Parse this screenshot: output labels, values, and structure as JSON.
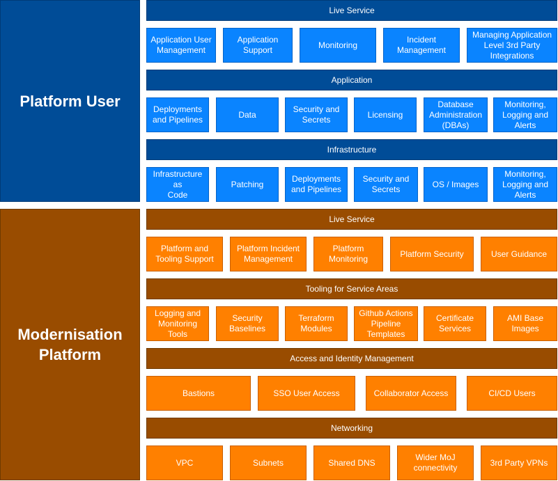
{
  "platform_user": {
    "title": "Platform User",
    "live_service": {
      "header": "Live Service",
      "items": [
        "Application User\nManagement",
        "Application\nSupport",
        "Monitoring",
        "Incident\nManagement",
        "Managing Application\nLevel 3rd Party\nIntegrations"
      ]
    },
    "application": {
      "header": "Application",
      "items": [
        "Deployments\nand Pipelines",
        "Data",
        "Security and\nSecrets",
        "Licensing",
        "Database\nAdministration\n(DBAs)",
        "Monitoring,\nLogging and\nAlerts"
      ]
    },
    "infrastructure": {
      "header": "Infrastructure",
      "items": [
        "Infrastructure as\nCode",
        "Patching",
        "Deployments\nand Pipelines",
        "Security and\nSecrets",
        "OS / Images",
        "Monitoring,\nLogging and\nAlerts"
      ]
    }
  },
  "modernisation_platform": {
    "title": "Modernisation\nPlatform",
    "live_service": {
      "header": "Live Service",
      "items": [
        "Platform and\nTooling Support",
        "Platform Incident\nManagement",
        "Platform\nMonitoring",
        "Platform Security",
        "User Guidance"
      ]
    },
    "tooling": {
      "header": "Tooling for Service Areas",
      "items": [
        "Logging and\nMonitoring Tools",
        "Security\nBaselines",
        "Terraform\nModules",
        "Github Actions\nPipeline\nTemplates",
        "Certificate\nServices",
        "AMI Base\nImages"
      ]
    },
    "access": {
      "header": "Access and Identity Management",
      "items": [
        "Bastions",
        "SSO User Access",
        "Collaborator Access",
        "CI/CD Users"
      ]
    },
    "networking": {
      "header": "Networking",
      "items": [
        "VPC",
        "Subnets",
        "Shared DNS",
        "Wider MoJ\nconnectivity",
        "3rd Party VPNs"
      ]
    }
  },
  "colors": {
    "blue_dark": "#004c97",
    "blue_light": "#0a84ff",
    "brown": "#994c00",
    "orange": "#ff8000"
  }
}
